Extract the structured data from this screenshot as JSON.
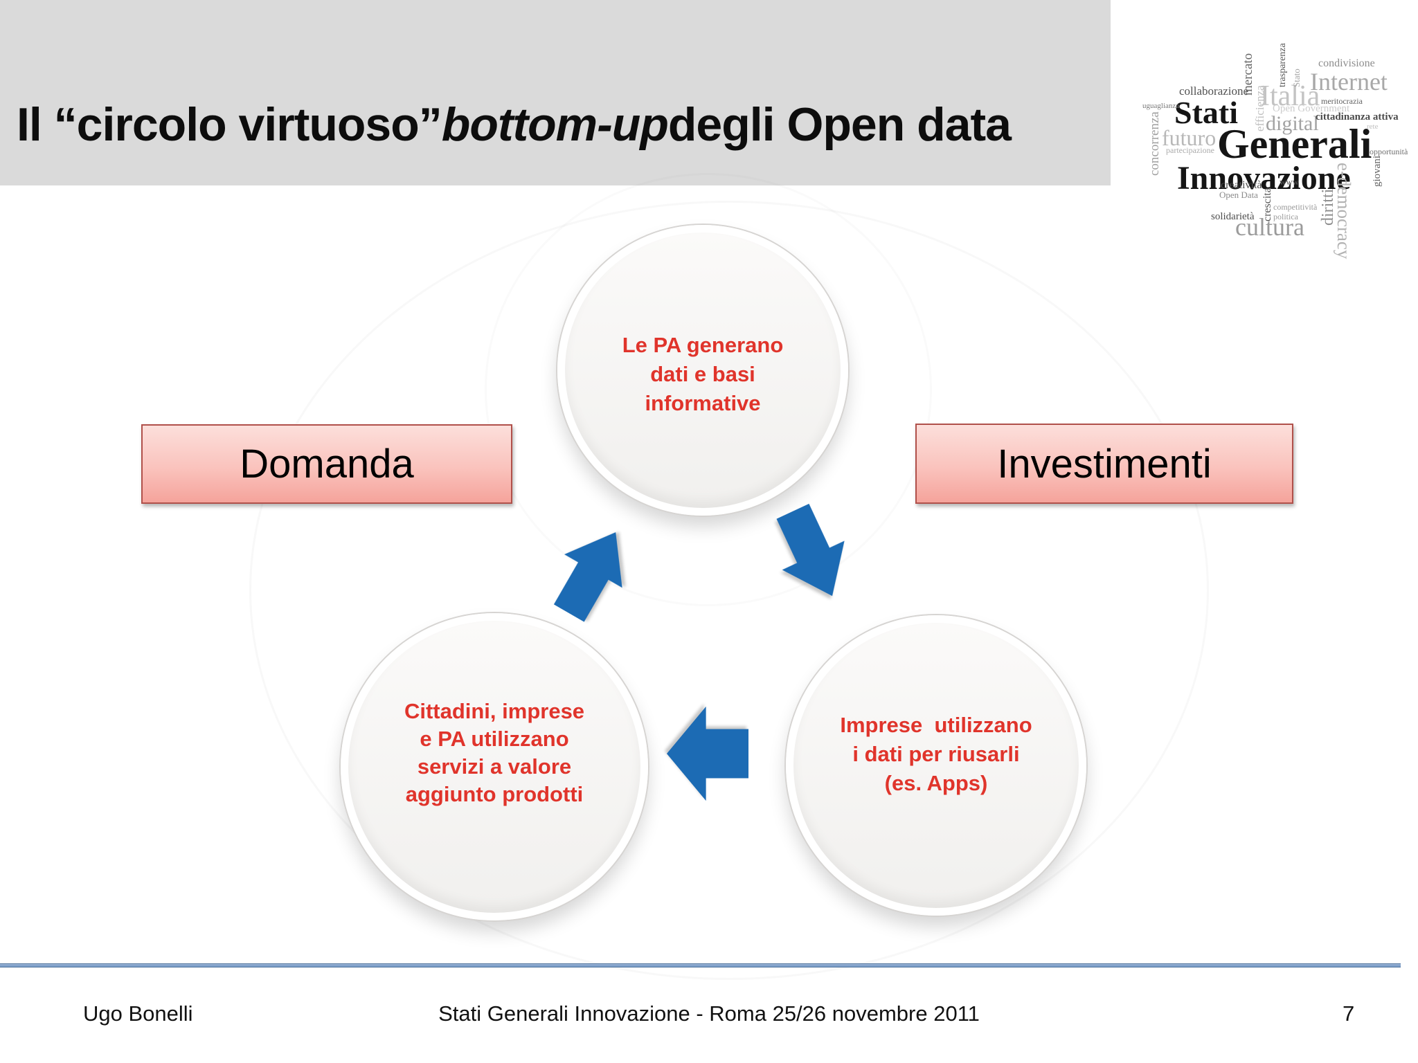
{
  "title": {
    "prefix": "Il “circolo virtuoso” ",
    "emphasis": "bottom-up",
    "suffix": " degli Open data"
  },
  "logo": {
    "name": "Stati Generali Innovazione word cloud",
    "words": [
      "Stati",
      "Generali",
      "Innovazione",
      "Internet",
      "Italia",
      "cultura",
      "futuro",
      "digital",
      "e-democracy",
      "condivisione",
      "collaborazione",
      "mercato",
      "trasparenza",
      "concorrenza",
      "uguaglianza",
      "efficienza",
      "Open Government",
      "meritocrazia",
      "cittadinanza attiva",
      "partecipazione",
      "opportunità",
      "giovani",
      "diritti",
      "creatività",
      "www",
      "Open Data",
      "crescita",
      "competitività",
      "politica",
      "solidarietà",
      "Stato",
      "rete"
    ]
  },
  "diagram": {
    "circles": [
      {
        "id": "top",
        "lines": [
          "Le PA generano",
          "dati e basi",
          "informative"
        ]
      },
      {
        "id": "bottom-left",
        "lines": [
          "Cittadini, imprese",
          "e PA utilizzano",
          "servizi a valore",
          "aggiunto prodotti"
        ]
      },
      {
        "id": "bottom-right",
        "lines": [
          "Imprese  utilizzano",
          "i dati per riusarli",
          "(es. Apps)"
        ]
      }
    ],
    "labels": [
      {
        "text": "Domanda"
      },
      {
        "text": "Investimenti"
      }
    ],
    "arrows": [
      {
        "name": "arrow-top-to-bottom-right"
      },
      {
        "name": "arrow-bottom-right-to-bottom-left"
      },
      {
        "name": "arrow-bottom-left-to-top"
      }
    ]
  },
  "footer": {
    "author": "Ugo Bonelli",
    "event": "Stati Generali Innovazione - Roma 25/26 novembre 2011",
    "page": "7"
  },
  "colors": {
    "header_gray": "#dadada",
    "arrow_blue": "#1c6bb4",
    "circle_text_red": "#e0342b",
    "label_border": "#b0504a",
    "footer_line_blue": "#7c9fc9",
    "red_dash": "#d40000"
  }
}
